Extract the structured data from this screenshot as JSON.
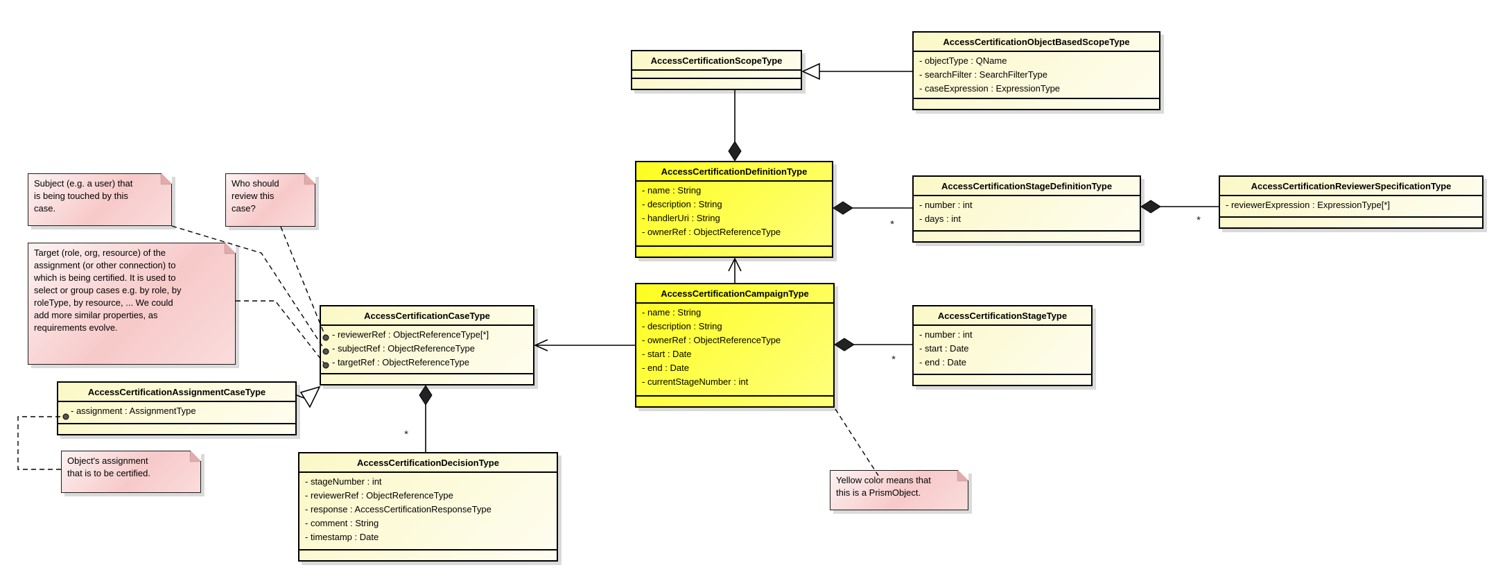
{
  "classes": [
    {
      "name": "AccessCertificationScopeType",
      "attrs": []
    },
    {
      "name": "AccessCertificationObjectBasedScopeType",
      "attrs": [
        "- objectType : QName",
        "- searchFilter : SearchFilterType",
        "- caseExpression : ExpressionType"
      ]
    },
    {
      "name": "AccessCertificationDefinitionType",
      "attrs": [
        "- name : String",
        "- description : String",
        "- handlerUri : String",
        "- ownerRef : ObjectReferenceType"
      ]
    },
    {
      "name": "AccessCertificationStageDefinitionType",
      "attrs": [
        "- number : int",
        "- days : int"
      ]
    },
    {
      "name": "AccessCertificationReviewerSpecificationType",
      "attrs": [
        "- reviewerExpression : ExpressionType[*]"
      ]
    },
    {
      "name": "AccessCertificationCampaignType",
      "attrs": [
        "- name : String",
        "- description : String",
        "- ownerRef : ObjectReferenceType",
        "- start : Date",
        "- end : Date",
        "- currentStageNumber : int"
      ]
    },
    {
      "name": "AccessCertificationStageType",
      "attrs": [
        "- number : int",
        "- start : Date",
        "- end : Date"
      ]
    },
    {
      "name": "AccessCertificationCaseType",
      "attrs": [
        "- reviewerRef : ObjectReferenceType[*]",
        "- subjectRef : ObjectReferenceType",
        "- targetRef : ObjectReferenceType"
      ]
    },
    {
      "name": "AccessCertificationAssignmentCaseType",
      "attrs": [
        "- assignment : AssignmentType"
      ]
    },
    {
      "name": "AccessCertificationDecisionType",
      "attrs": [
        "- stageNumber : int",
        "- reviewerRef : ObjectReferenceType",
        "- response : AccessCertificationResponseType",
        "- comment : String",
        "- timestamp : Date"
      ]
    }
  ],
  "notes": [
    {
      "text": "Subject (e.g. a user) that\nis being touched by this\ncase."
    },
    {
      "text": "Who should\nreview this\ncase?"
    },
    {
      "text": "Target (role, org, resource) of the\nassignment (or other connection) to\nwhich is being certified. It is used to\nselect or group cases e.g. by role, by\nroleType, by resource, ... We could\nadd more similar properties, as\nrequirements evolve."
    },
    {
      "text": "Object's assignment\nthat is to be certified."
    },
    {
      "text": "Yellow color means that\nthis is a PrismObject."
    }
  ],
  "connectors": {
    "multiplicity": "*"
  },
  "colors": {
    "prism_object_fill": "#ffff33",
    "class_fill": "#fbf8c6",
    "note_fill": "#f7c9c9",
    "line_color": "#000000"
  }
}
